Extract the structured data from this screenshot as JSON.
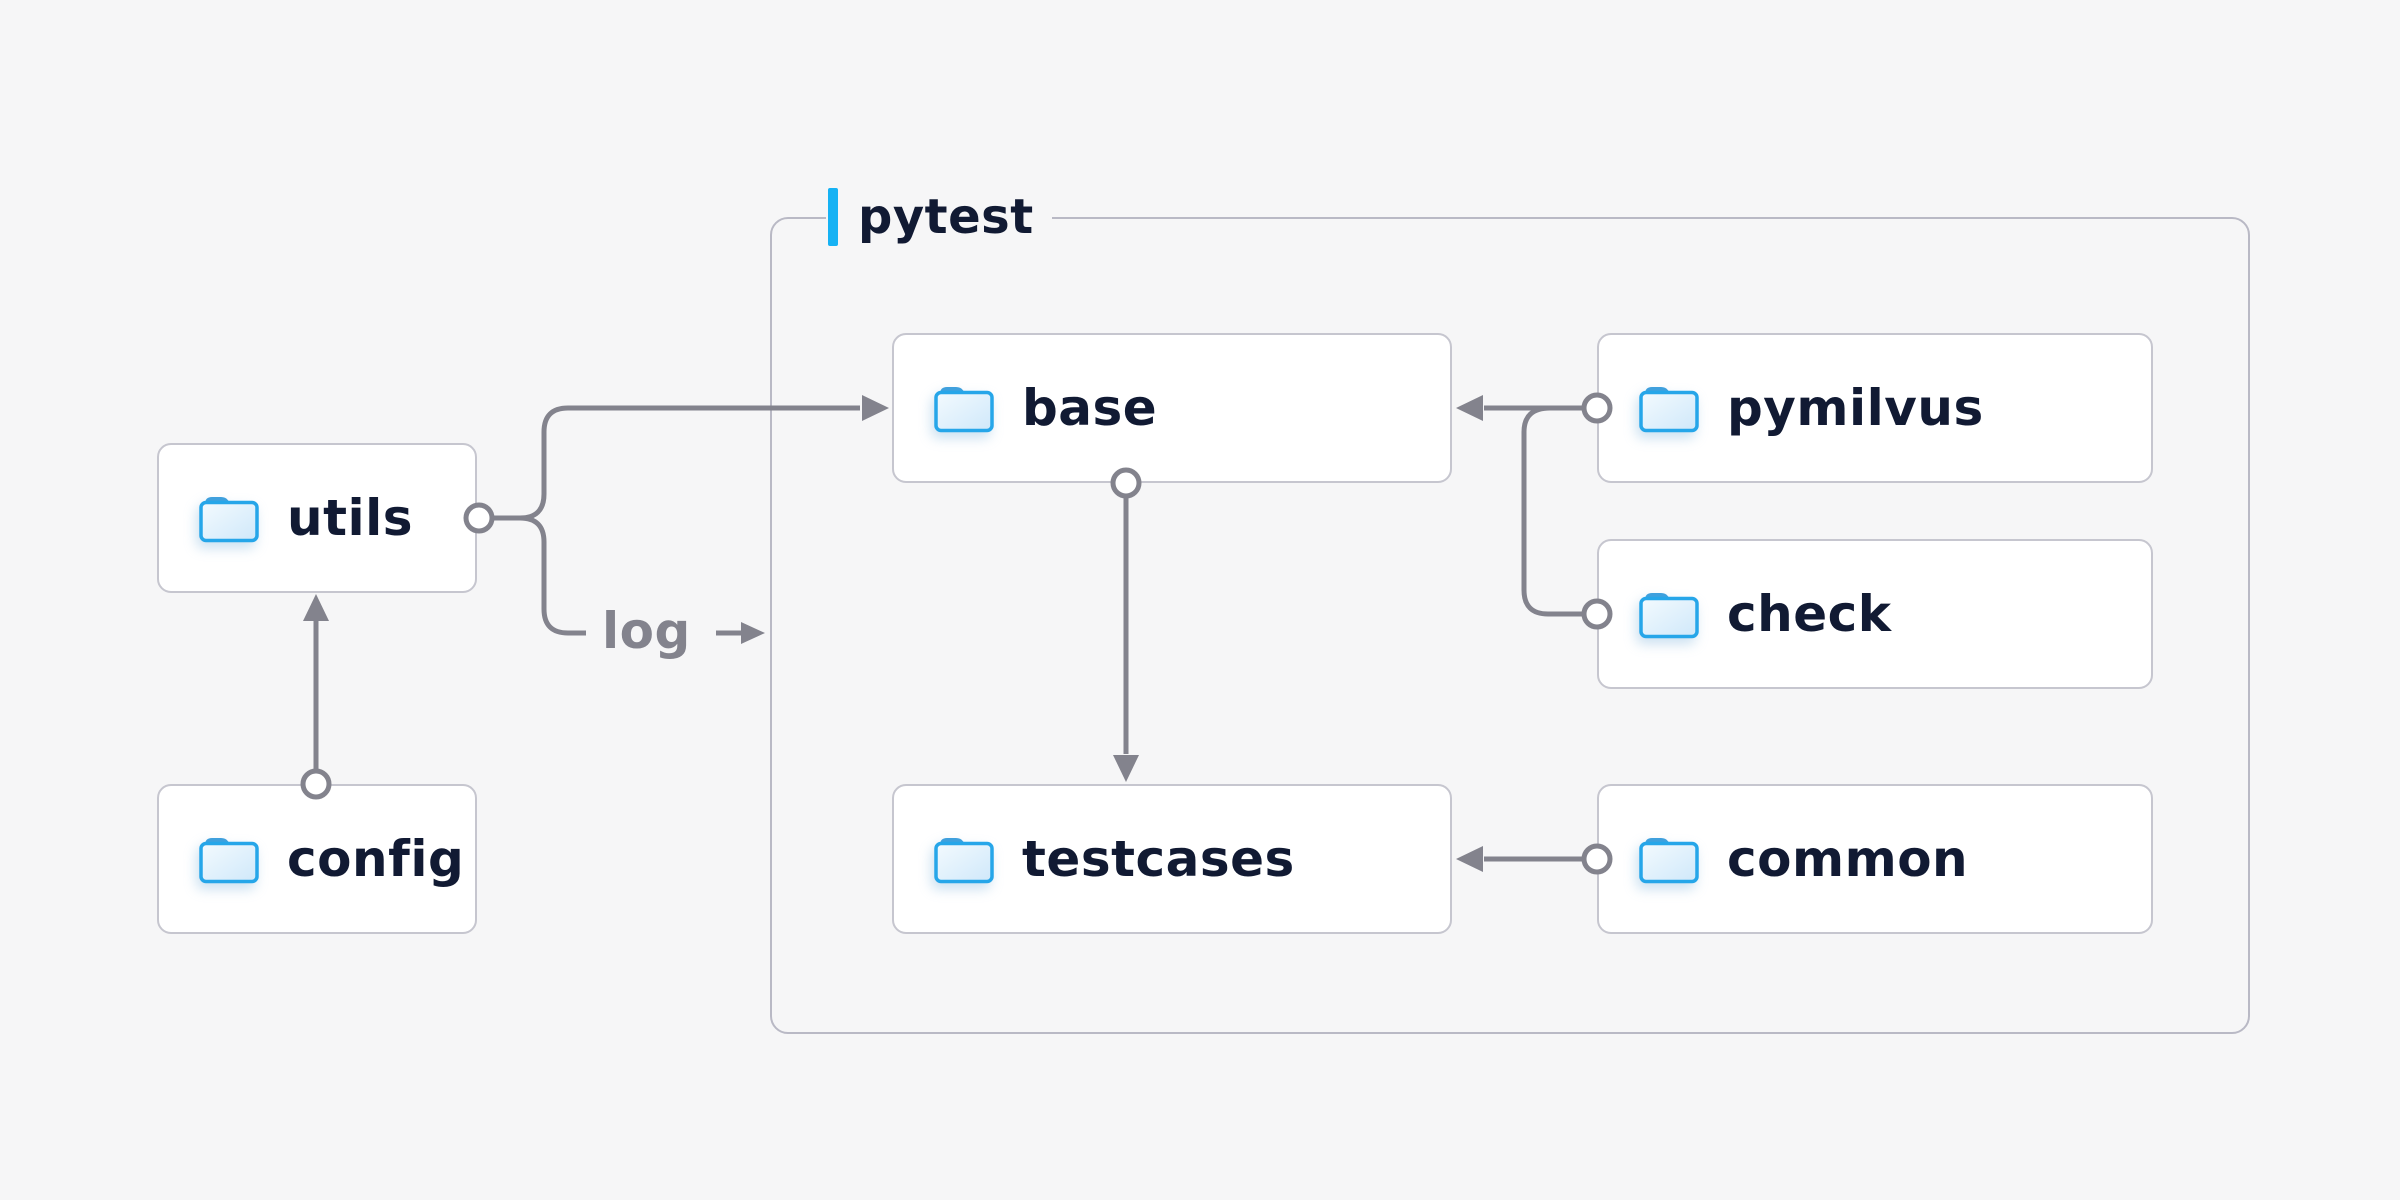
{
  "diagram": {
    "container": {
      "label": "pytest"
    },
    "nodes": [
      {
        "id": "utils",
        "label": "utils",
        "icon": "folder-icon"
      },
      {
        "id": "config",
        "label": "config",
        "icon": "folder-icon"
      },
      {
        "id": "base",
        "label": "base",
        "icon": "folder-icon"
      },
      {
        "id": "pymilvus",
        "label": "pymilvus",
        "icon": "folder-icon"
      },
      {
        "id": "check",
        "label": "check",
        "icon": "folder-icon"
      },
      {
        "id": "testcases",
        "label": "testcases",
        "icon": "folder-icon"
      },
      {
        "id": "common",
        "label": "common",
        "icon": "folder-icon"
      }
    ],
    "edges": [
      {
        "from": "config",
        "to": "utils"
      },
      {
        "from": "utils",
        "to": "base"
      },
      {
        "from": "utils",
        "to": "pytest",
        "label": "log"
      },
      {
        "from": "pymilvus",
        "to": "base"
      },
      {
        "from": "check",
        "to": "base"
      },
      {
        "from": "base",
        "to": "testcases"
      },
      {
        "from": "common",
        "to": "testcases"
      }
    ],
    "colors": {
      "background": "#f6f6f7",
      "node_fill": "#ffffff",
      "node_border": "#c6c6cf",
      "container_border": "#b9b9c5",
      "line": "#83838d",
      "text": "#111a33",
      "accent_blue": "#16b2f4",
      "folder_stroke": "#26a6e9",
      "folder_tab": "#3fa0dd"
    }
  }
}
